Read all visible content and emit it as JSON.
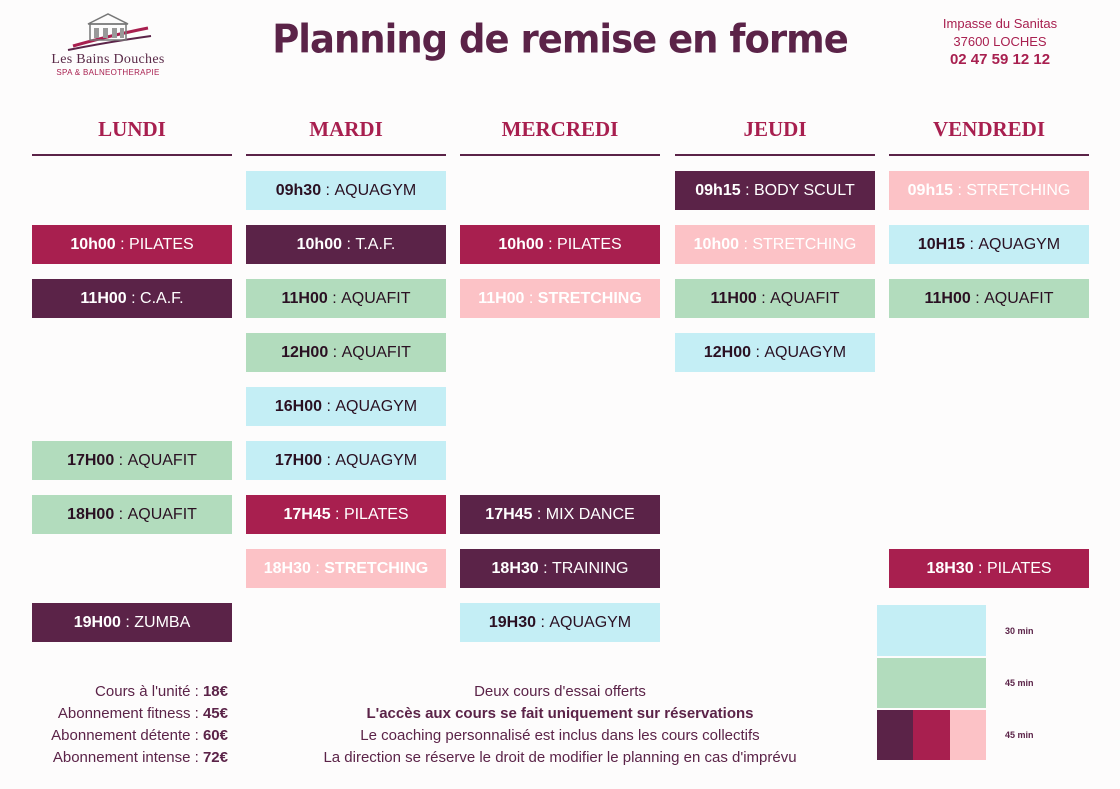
{
  "logo": {
    "name": "Les Bains Douches",
    "subtitle": "SPA & BALNEOTHERAPIE"
  },
  "title": "Planning de remise en forme",
  "address": {
    "line1": "Impasse du Sanitas",
    "line2": "37600 LOCHES",
    "phone": "02 47 59 12 12"
  },
  "colors": {
    "aqua": "#c4eef5",
    "green": "#b2dcbd",
    "purple": "#5b2348",
    "crimson": "#a81f4f",
    "pink": "#fcc2c6"
  },
  "days": [
    {
      "name": "LUNDI",
      "slots": [
        {
          "time": "10h00",
          "activity": "PILATES"
        },
        {
          "time": "11H00",
          "activity": "C.A.F."
        },
        {
          "time": "17H00",
          "activity": "AQUAFIT"
        },
        {
          "time": "18H00",
          "activity": "AQUAFIT"
        },
        {
          "time": "19H00",
          "activity": "ZUMBA"
        }
      ]
    },
    {
      "name": "MARDI",
      "slots": [
        {
          "time": "09h30",
          "activity": "AQUAGYM"
        },
        {
          "time": "10h00",
          "activity": "T.A.F."
        },
        {
          "time": "11H00",
          "activity": "AQUAFIT"
        },
        {
          "time": "12H00",
          "activity": "AQUAFIT"
        },
        {
          "time": "16H00",
          "activity": "AQUAGYM"
        },
        {
          "time": "17H00",
          "activity": "AQUAGYM"
        },
        {
          "time": "17H45",
          "activity": "PILATES"
        },
        {
          "time": "18H30",
          "activity": "STRETCHING"
        }
      ]
    },
    {
      "name": "MERCREDI",
      "slots": [
        {
          "time": "10h00",
          "activity": "PILATES"
        },
        {
          "time": "11H00",
          "activity": "STRETCHING"
        },
        {
          "time": "17H45",
          "activity": "MIX DANCE"
        },
        {
          "time": "18H30",
          "activity": "TRAINING"
        },
        {
          "time": "19H30",
          "activity": "AQUAGYM"
        }
      ]
    },
    {
      "name": "JEUDI",
      "slots": [
        {
          "time": "09h15",
          "activity": "BODY SCULT"
        },
        {
          "time": "10h00",
          "activity": "STRETCHING"
        },
        {
          "time": "11H00",
          "activity": "AQUAFIT"
        },
        {
          "time": "12H00",
          "activity": "AQUAGYM"
        }
      ]
    },
    {
      "name": "VENDREDI",
      "slots": [
        {
          "time": "09h15",
          "activity": "STRETCHING"
        },
        {
          "time": "10H15",
          "activity": "AQUAGYM"
        },
        {
          "time": "11H00",
          "activity": "AQUAFIT"
        },
        {
          "time": "18H30",
          "activity": "PILATES"
        }
      ]
    }
  ],
  "prices": [
    {
      "label": "Cours à l'unité :",
      "value": "18€"
    },
    {
      "label": "Abonnement fitness :",
      "value": "45€"
    },
    {
      "label": "Abonnement détente :",
      "value": "60€"
    },
    {
      "label": "Abonnement intense :",
      "value": "72€"
    }
  ],
  "notes": [
    "Deux cours d'essai offerts",
    "L'accès aux cours se fait uniquement sur réservations",
    "Le coaching personnalisé est inclus dans les cours collectifs",
    "La direction se réserve le droit de modifier le planning en cas d'imprévu"
  ],
  "legend": [
    {
      "label": "30 min"
    },
    {
      "label": "45 min"
    },
    {
      "label": "45 min"
    }
  ]
}
